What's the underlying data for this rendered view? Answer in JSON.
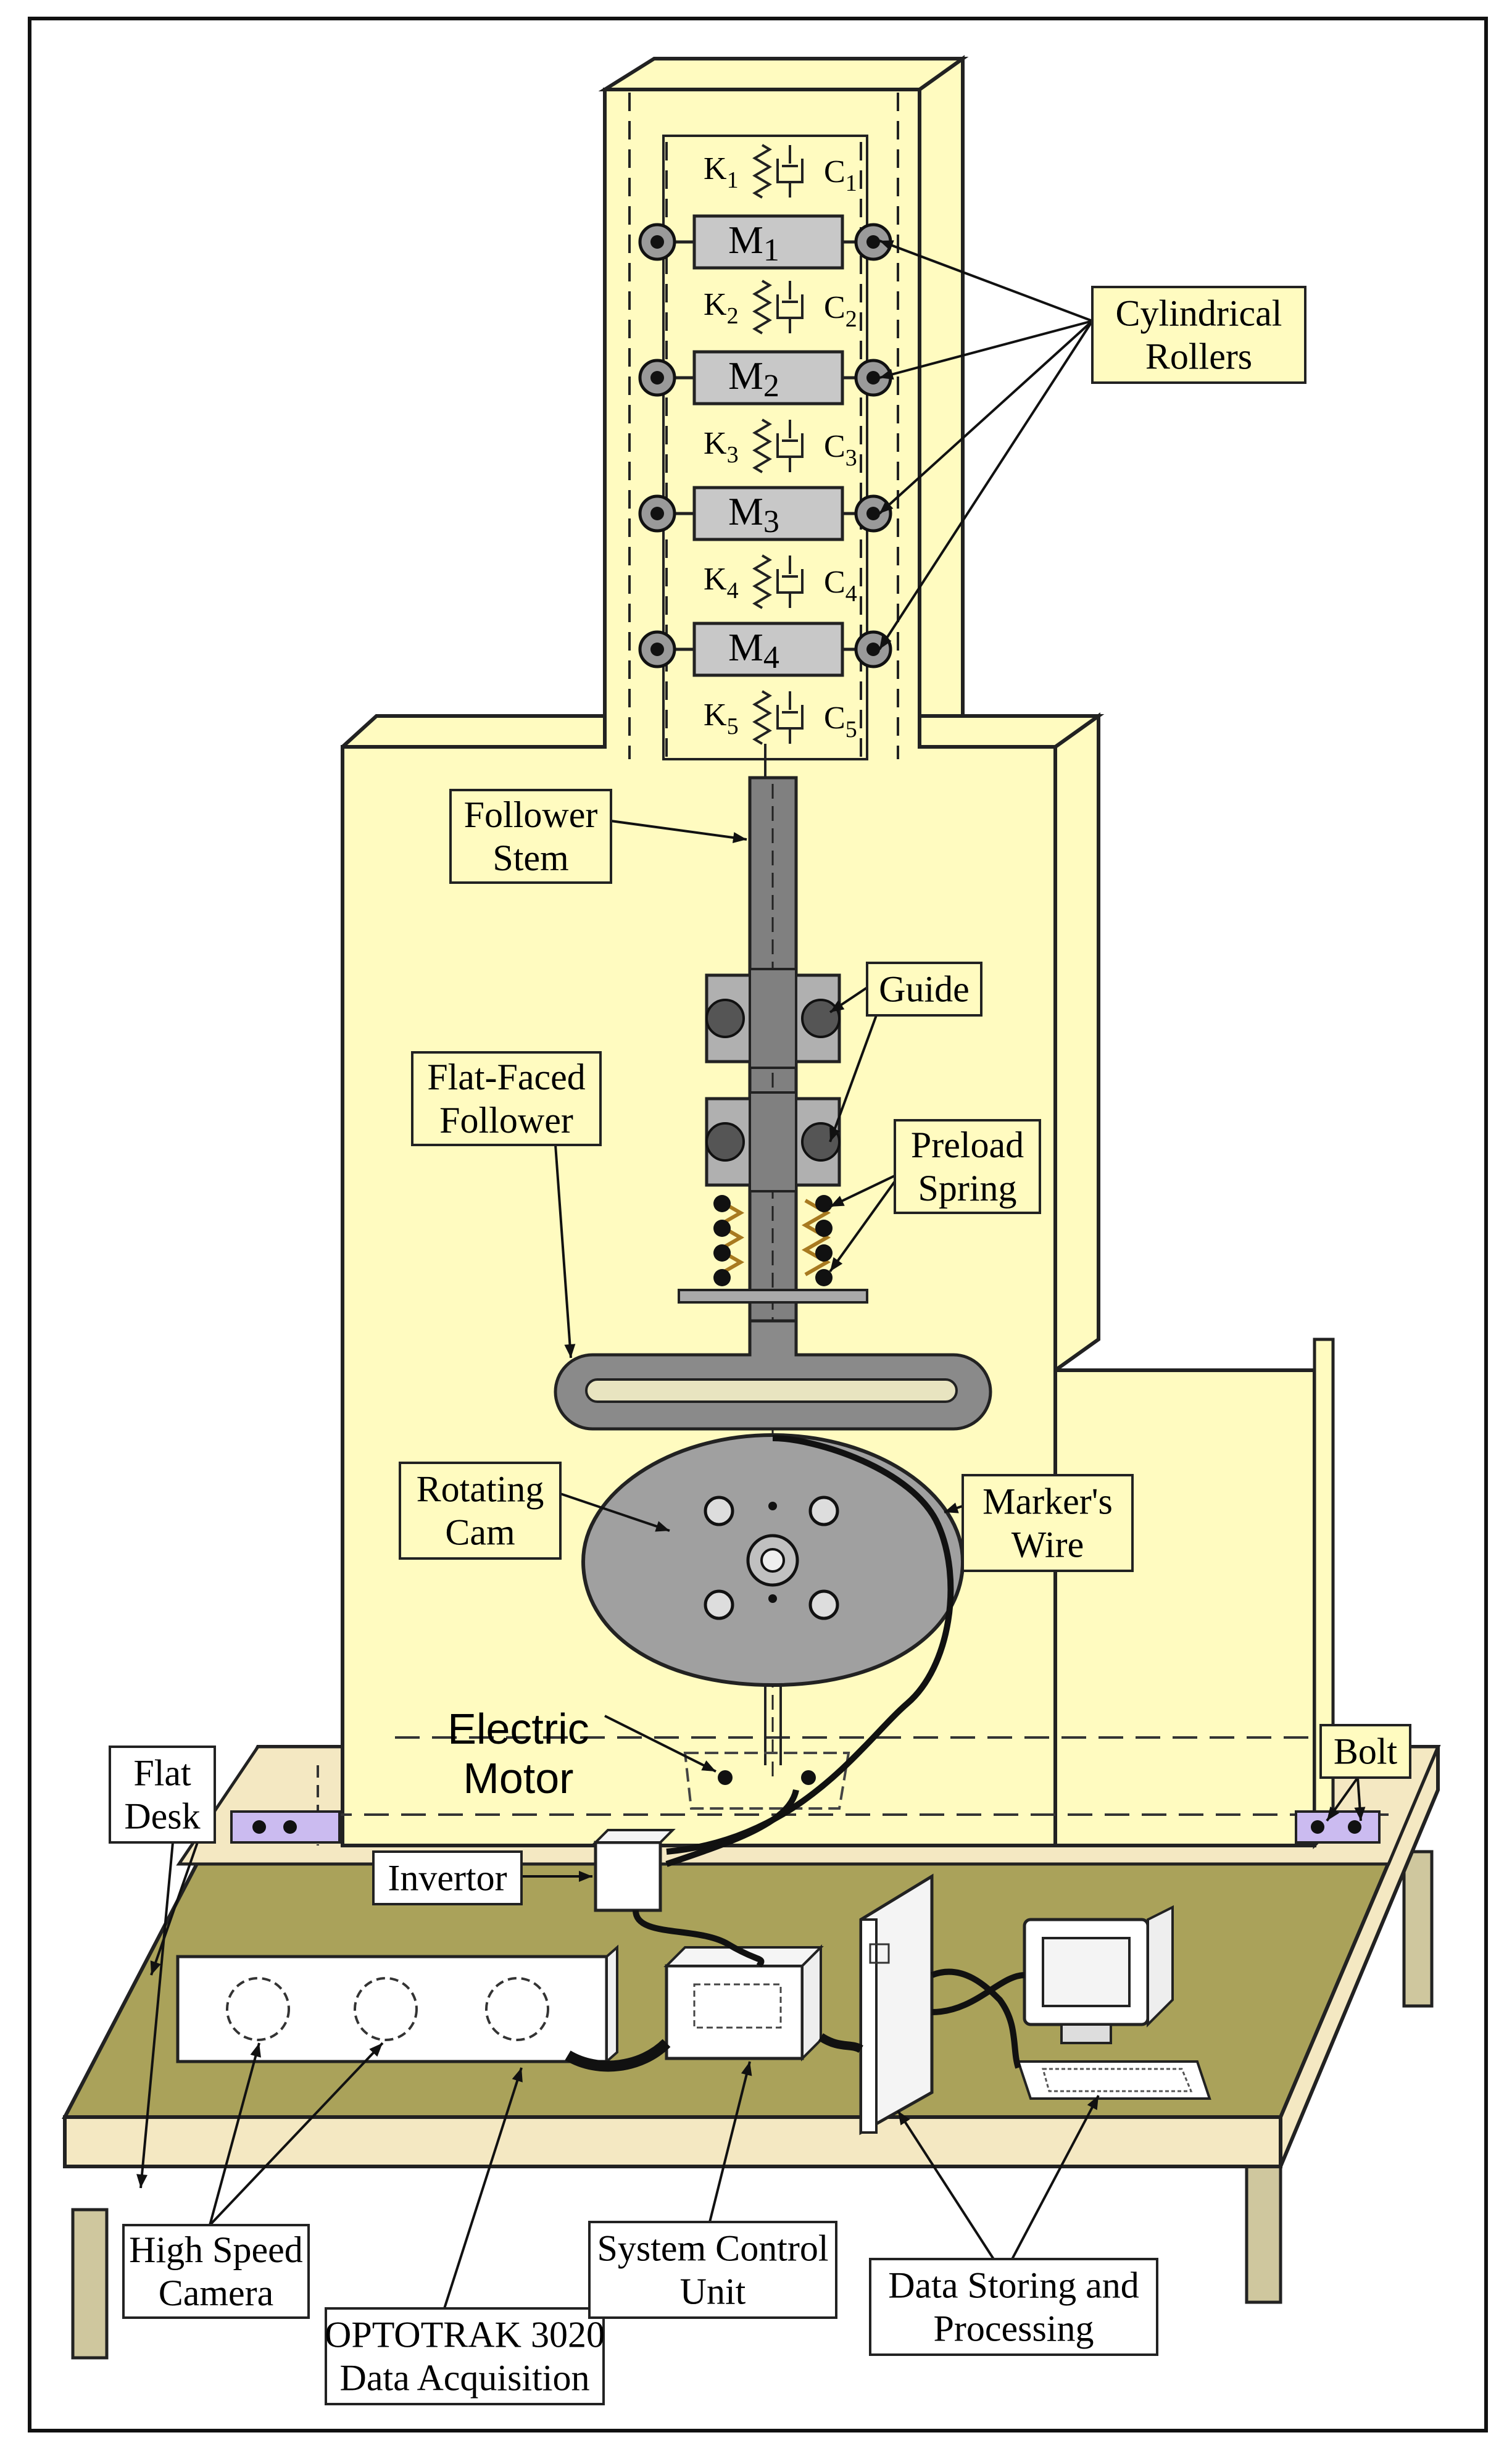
{
  "colors": {
    "frame": "#fffbc0",
    "frame_edge": "#1a1a1a",
    "desk_top": "#aaa25a",
    "desk_edge": "#f4e8c2",
    "mass": "#c8c8c8",
    "cam": "#9a9a9a",
    "follower": "#808080",
    "bolt_pad": "#cbbbf0",
    "label_box": "#fffbc0"
  },
  "springs": [
    {
      "k": "K",
      "k_sub": "1",
      "c": "C",
      "c_sub": "1"
    },
    {
      "k": "K",
      "k_sub": "2",
      "c": "C",
      "c_sub": "2"
    },
    {
      "k": "K",
      "k_sub": "3",
      "c": "C",
      "c_sub": "3"
    },
    {
      "k": "K",
      "k_sub": "4",
      "c": "C",
      "c_sub": "4"
    },
    {
      "k": "K",
      "k_sub": "5",
      "c": "C",
      "c_sub": "5"
    }
  ],
  "masses": [
    {
      "name": "M",
      "sub": "1"
    },
    {
      "name": "M",
      "sub": "2"
    },
    {
      "name": "M",
      "sub": "3"
    },
    {
      "name": "M",
      "sub": "4"
    }
  ],
  "labels": {
    "cylindrical_rollers": [
      "Cylindrical",
      "Rollers"
    ],
    "follower_stem": [
      "Follower",
      "Stem"
    ],
    "guide": [
      "Guide"
    ],
    "flat_faced_follower": [
      "Flat-Faced",
      "Follower"
    ],
    "preload_spring": [
      "Preload",
      "Spring"
    ],
    "rotating_cam": [
      "Rotating",
      "Cam"
    ],
    "markers_wire": [
      "Marker's",
      "Wire"
    ],
    "electric_motor": [
      "Electric",
      "Motor"
    ],
    "flat_desk": [
      "Flat",
      "Desk"
    ],
    "bolt": [
      "Bolt"
    ],
    "invertor": [
      "Invertor"
    ],
    "high_speed_camera": [
      "High Speed",
      "Camera"
    ],
    "optotrak": [
      "OPTOTRAK 3020",
      "Data Acquisition"
    ],
    "system_control_unit": [
      "System Control",
      "Unit"
    ],
    "data_storing": [
      "Data Storing and",
      "Processing"
    ]
  }
}
